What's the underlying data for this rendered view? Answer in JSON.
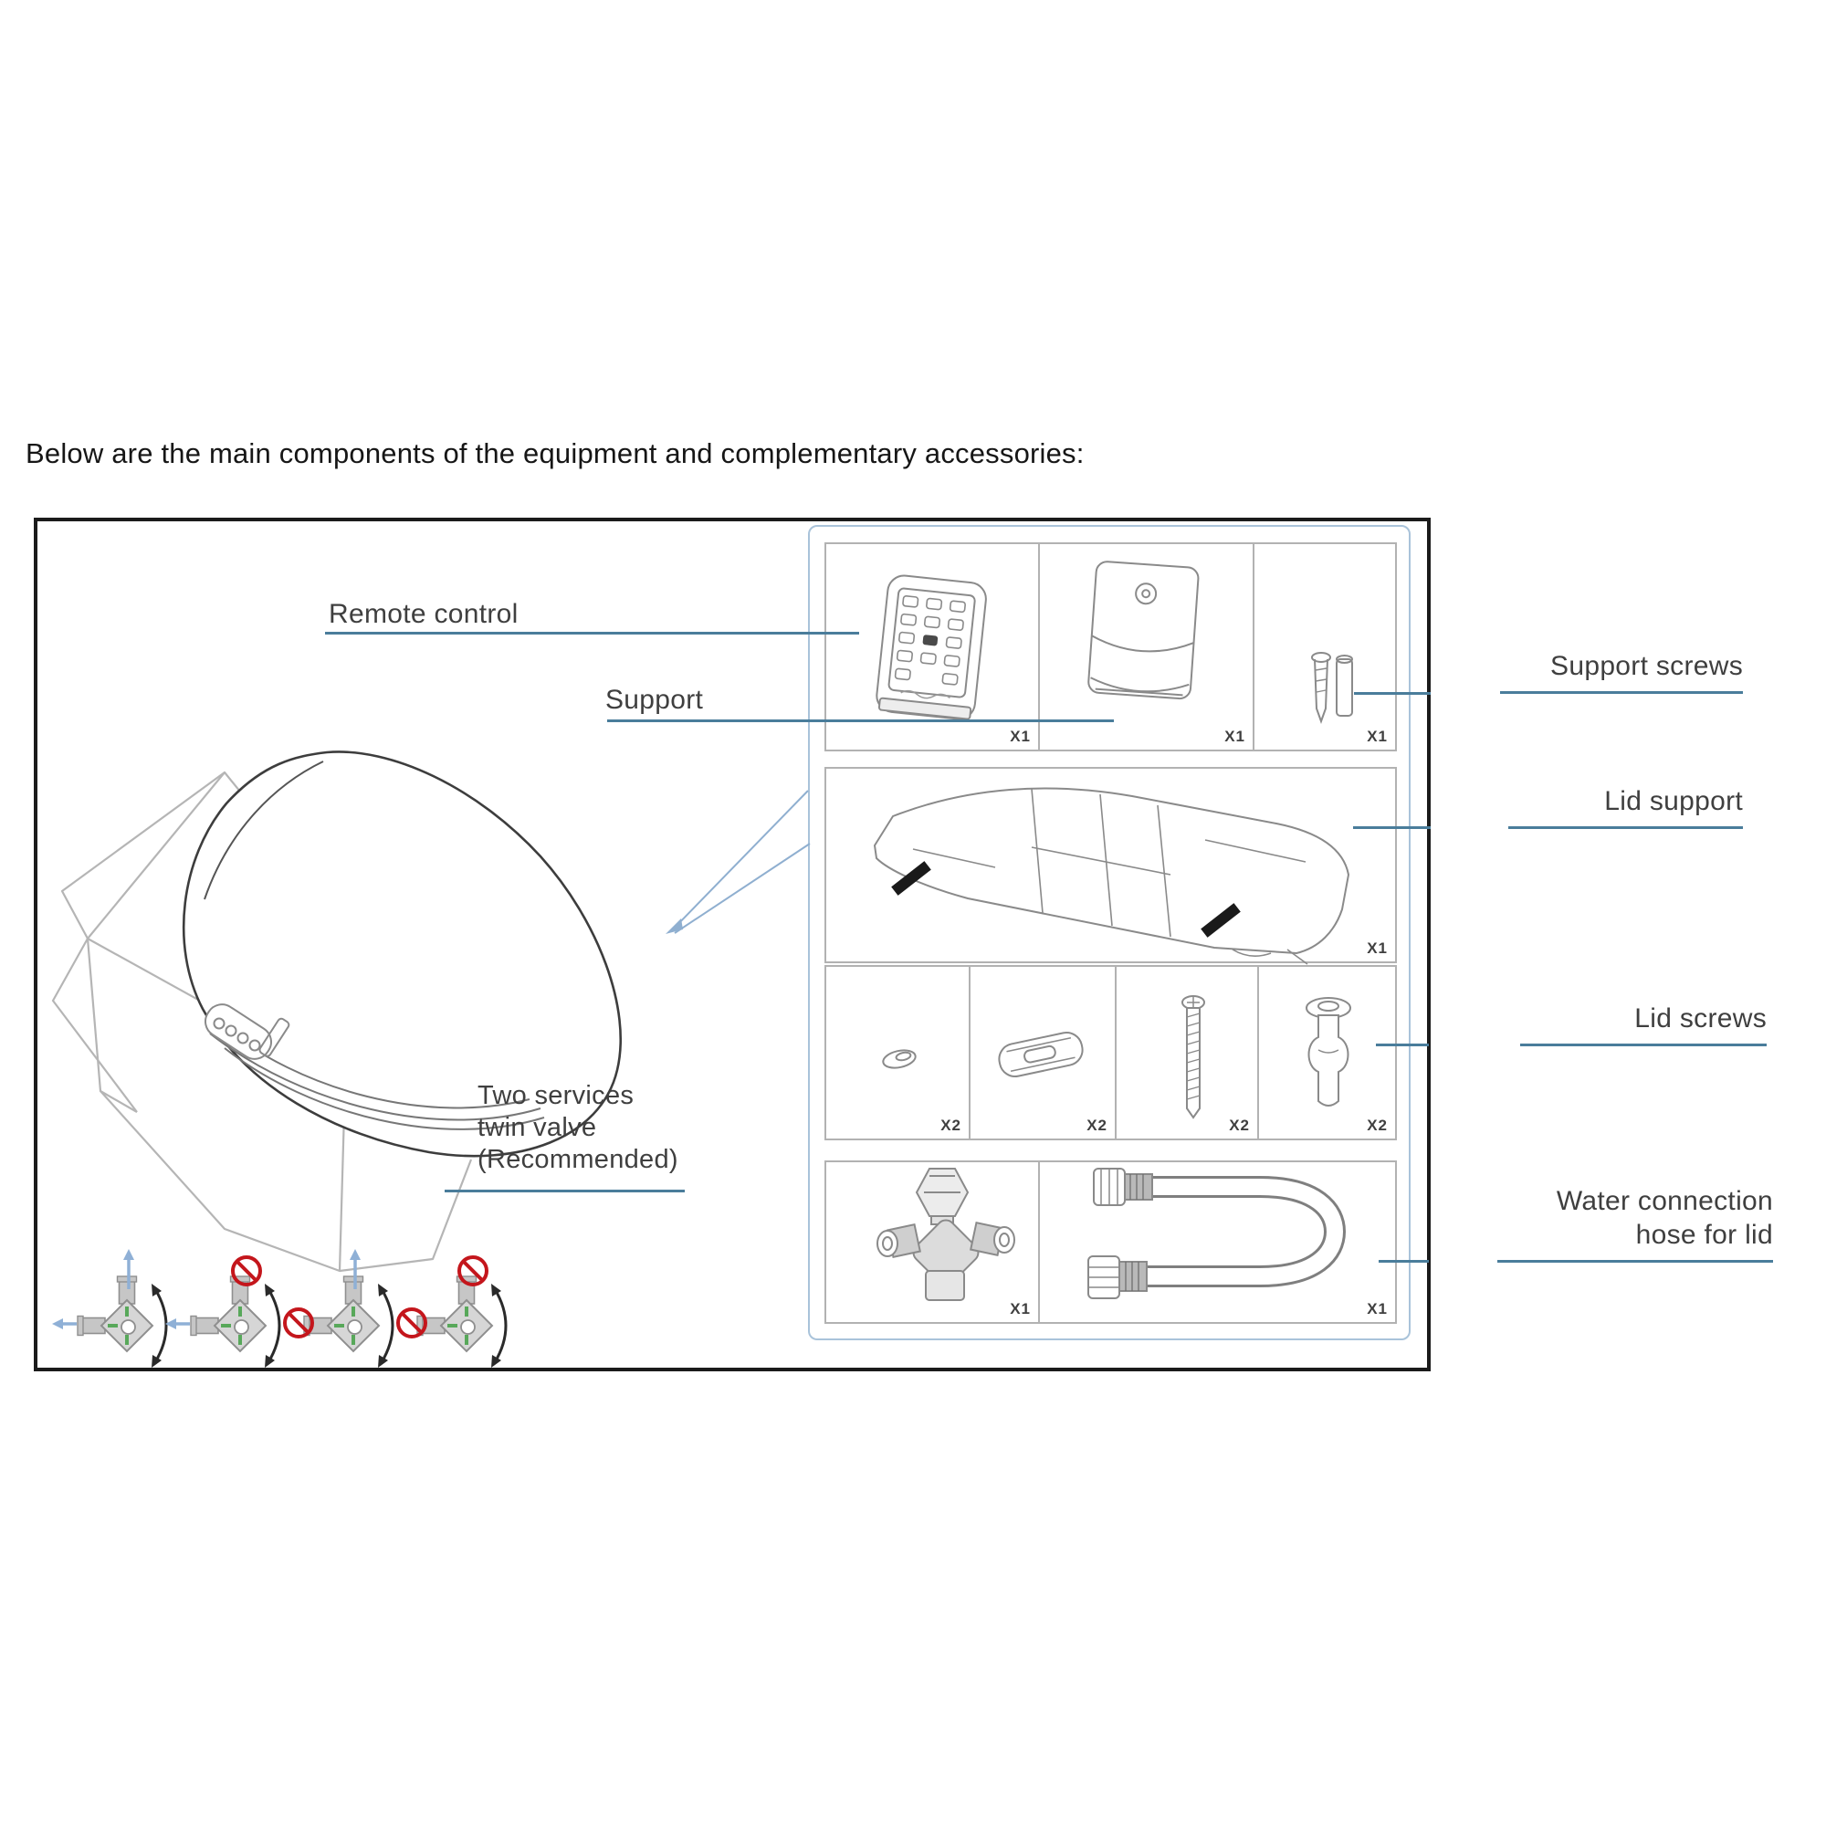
{
  "page": {
    "heading": "Below are the main components of the equipment and complementary accessories:"
  },
  "callouts": {
    "remote_control": "Remote control",
    "support": "Support",
    "support_screws": "Support screws",
    "lid_support": "Lid support",
    "lid_screws": "Lid screws",
    "water_hose": [
      "Water connection",
      "hose for lid"
    ],
    "twin_valve": [
      "Two services",
      "twin valve",
      "(Recommended)"
    ]
  },
  "parts_grid": {
    "row1": [
      {
        "item": "remote-control",
        "qty": "X1"
      },
      {
        "item": "support-holder",
        "qty": "X1"
      },
      {
        "item": "support-screws",
        "qty": "X1"
      }
    ],
    "row2": [
      {
        "item": "lid-support",
        "qty": "X1"
      }
    ],
    "row3": [
      {
        "item": "washer",
        "qty": "X2"
      },
      {
        "item": "anchor",
        "qty": "X2"
      },
      {
        "item": "lid-screw",
        "qty": "X2"
      },
      {
        "item": "expansion-nut",
        "qty": "X2"
      }
    ],
    "row4": [
      {
        "item": "twin-valve",
        "qty": "X1"
      },
      {
        "item": "water-hose",
        "qty": "X1"
      }
    ]
  },
  "icons": {
    "up_arrow": "allowed-direction-up",
    "left_arrow": "allowed-direction-left",
    "prohibition": "not-allowed-sign",
    "rotation_arrow": "swivel-rotation-arrow"
  },
  "colors": {
    "teal_line": "#4a7d9b",
    "callout_blue": "#8fafd0",
    "panel_border": "#a9c3da",
    "frame_border": "#1b1b1b",
    "grid_border": "#b2b2b2",
    "label_text": "#3f3f3f",
    "arrow_blue": "#8fb0d6",
    "prohibition_red": "#c4161c",
    "valve_green": "#58a85a"
  }
}
